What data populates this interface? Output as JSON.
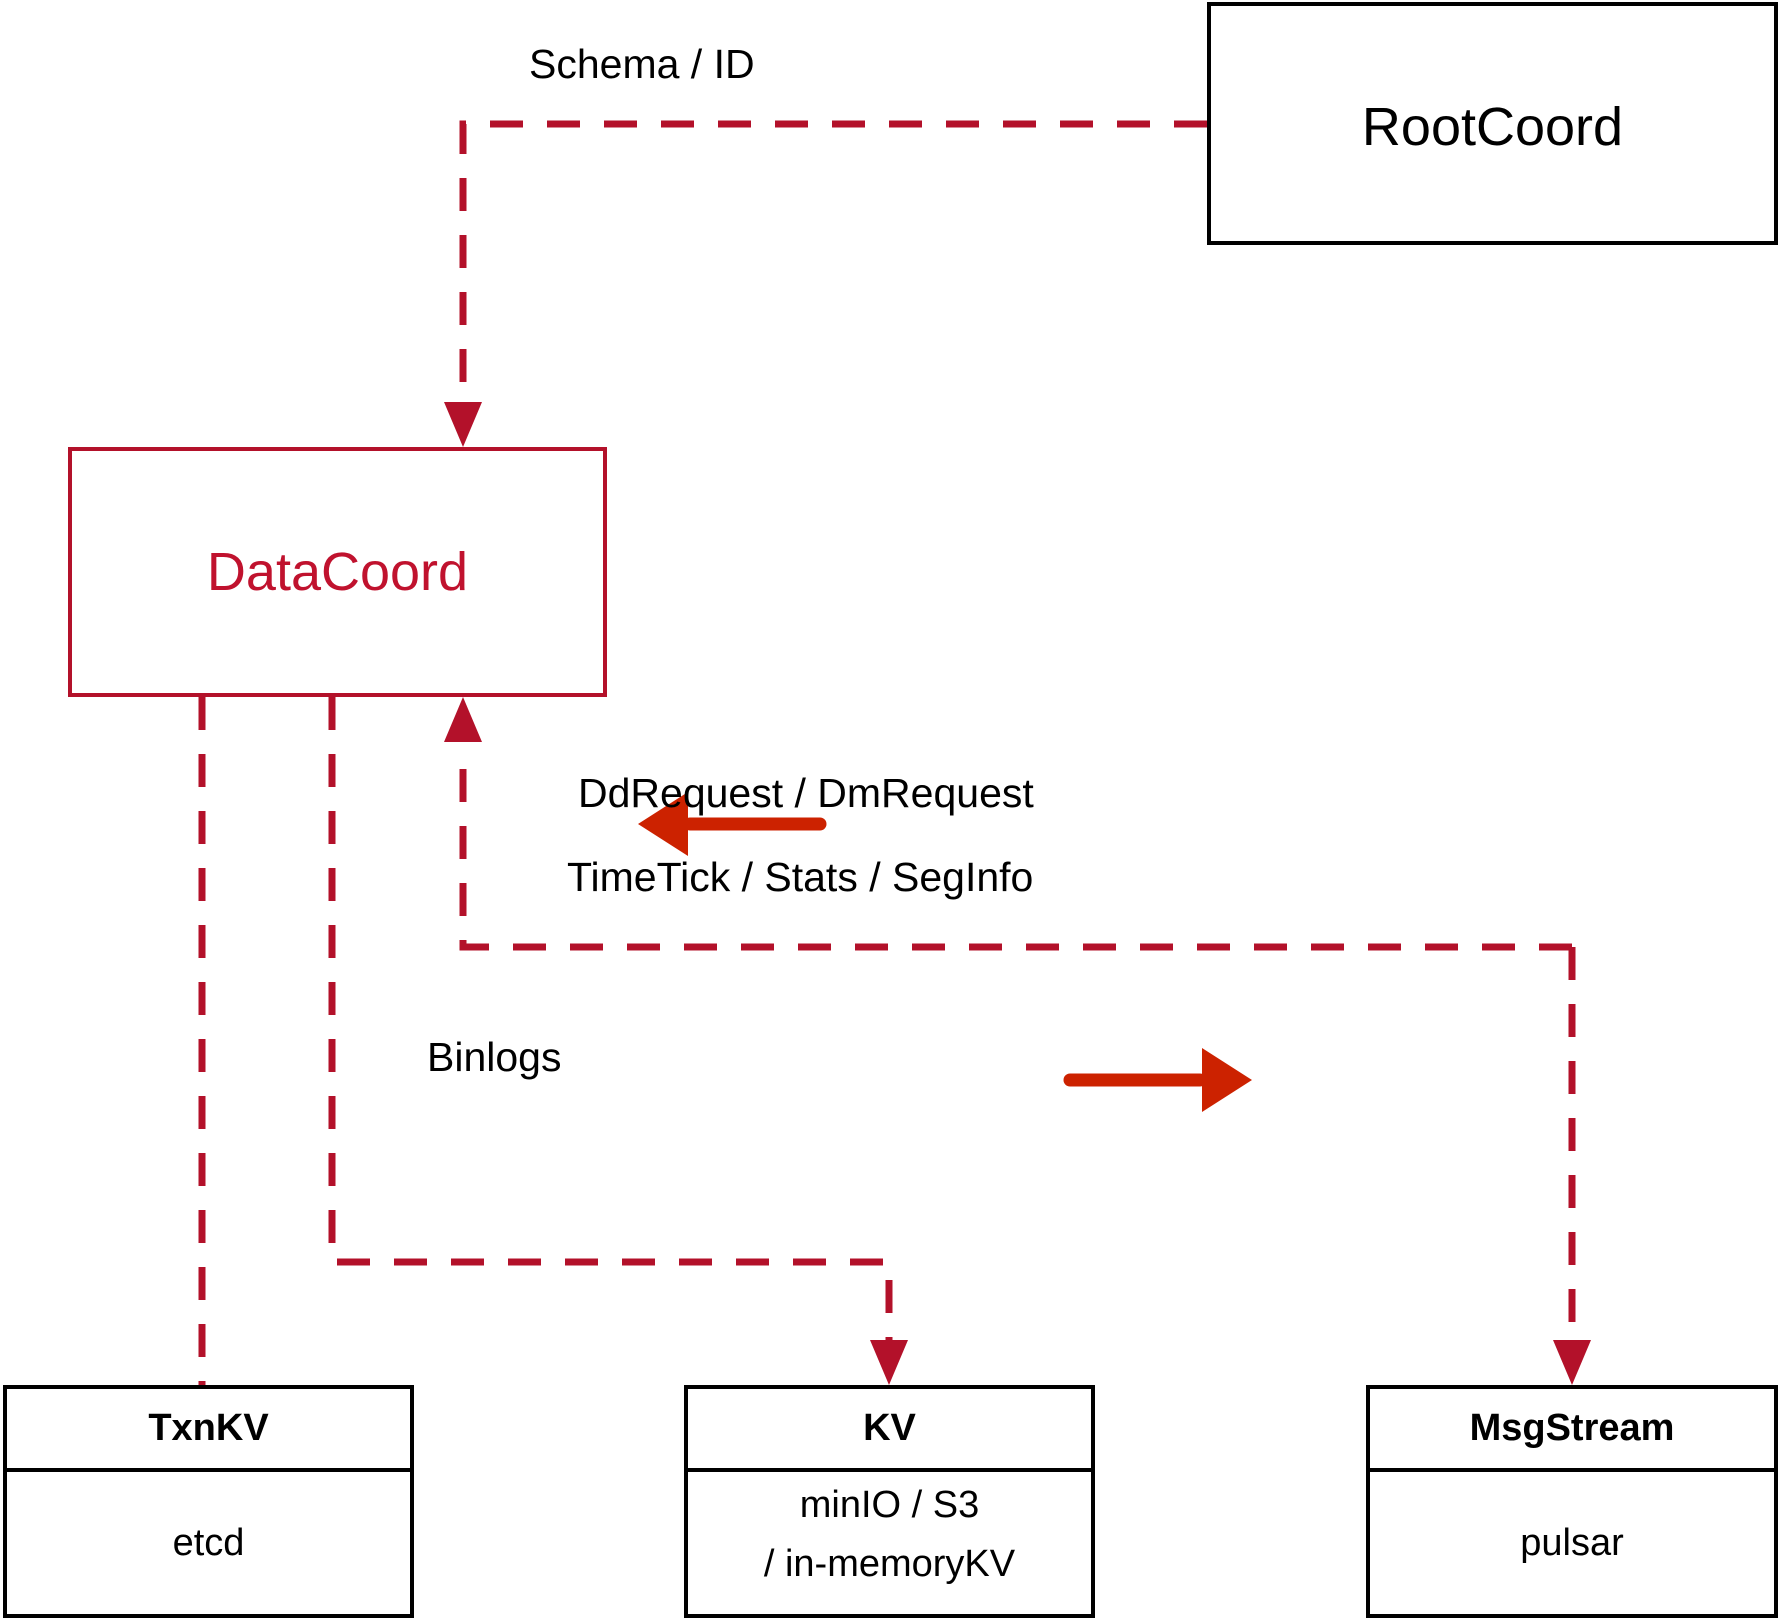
{
  "diagram": {
    "title": "DataCoord component architecture",
    "colors": {
      "accent_red": "#b3112a",
      "node_text_red": "#c0122e",
      "solid_arrow_red": "#cc2200",
      "stroke_black": "#000000",
      "background": "#ffffff"
    },
    "nodes": [
      {
        "id": "rootcoord",
        "label": "RootCoord",
        "style": "black-outline"
      },
      {
        "id": "datacoord",
        "label": "DataCoord",
        "style": "red-outline"
      },
      {
        "id": "txnkv",
        "header": "TxnKV",
        "body": "etcd",
        "style": "black-outline-split"
      },
      {
        "id": "kv",
        "header": "KV",
        "body_line1": "minIO / S3",
        "body_line2": "/ in-memoryKV",
        "style": "black-outline-split"
      },
      {
        "id": "msgstream",
        "header": "MsgStream",
        "body": "pulsar",
        "style": "black-outline-split"
      }
    ],
    "edge_labels": {
      "schema_id": "Schema / ID",
      "dd_dm_request": "DdRequest / DmRequest",
      "timetick_stats_seginfo": "TimeTick / Stats / SegInfo",
      "binlogs": "Binlogs"
    },
    "edges": [
      {
        "from": "rootcoord",
        "to": "datacoord",
        "label": "Schema / ID",
        "style": "dashed",
        "arrow": "to"
      },
      {
        "from": "msgstream",
        "to": "datacoord",
        "label": "DdRequest / DmRequest",
        "style": "dashed",
        "arrow": "to"
      },
      {
        "from": "datacoord",
        "to": "msgstream",
        "label": "TimeTick / Stats / SegInfo",
        "style": "dashed",
        "arrow": "to"
      },
      {
        "from": "datacoord",
        "to": "kv",
        "label": "Binlogs",
        "style": "dashed",
        "arrow": "to"
      },
      {
        "from": "datacoord",
        "to": "txnkv",
        "label": "",
        "style": "dashed",
        "arrow": "none"
      }
    ]
  }
}
